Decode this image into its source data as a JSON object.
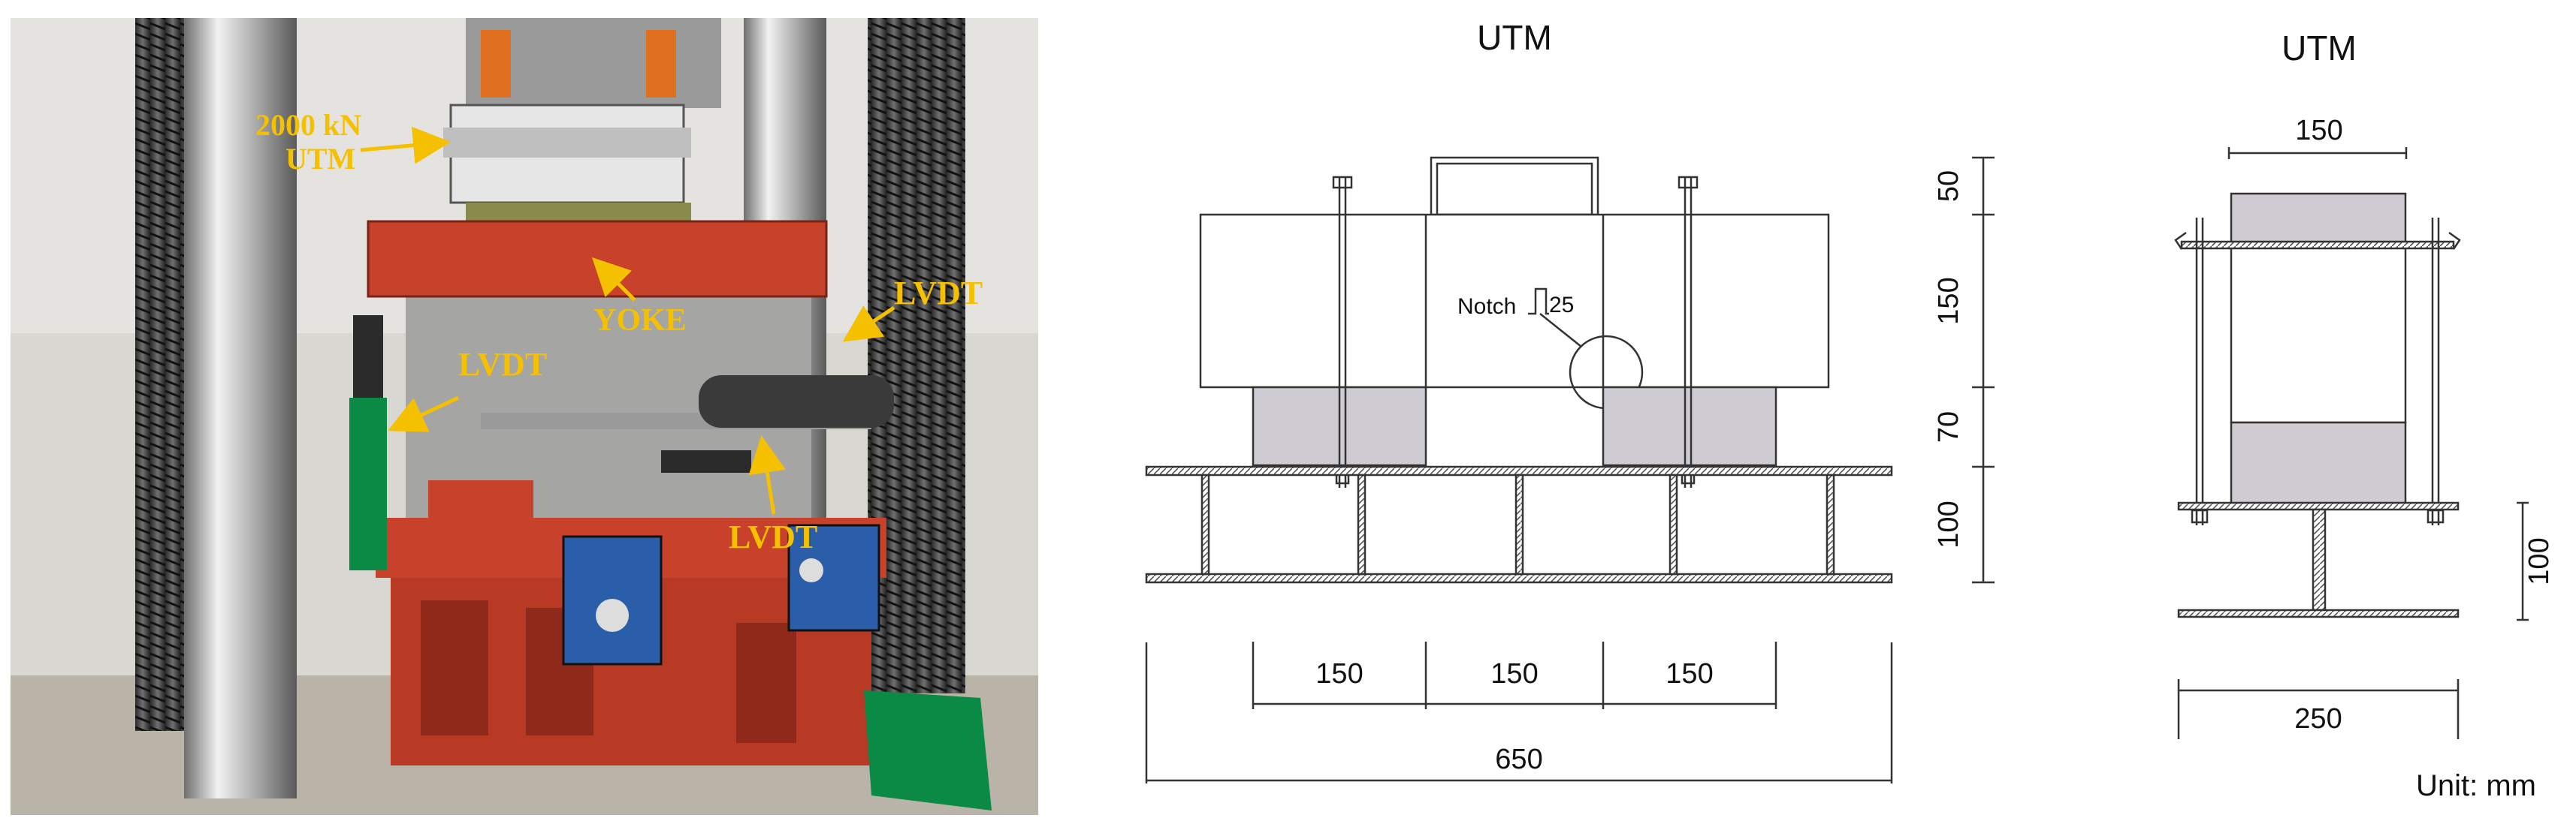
{
  "photo": {
    "labels": {
      "utm_line1": "2000 kN",
      "utm_line2": "UTM",
      "yoke": "YOKE",
      "lvdt_left": "LVDT",
      "lvdt_right": "LVDT",
      "lvdt_bottom": "LVDT"
    },
    "colors": {
      "annotation": "#f5c000",
      "frame": "#c8412a",
      "magnet_base": "#2a5ea8",
      "tag": "#0a8a45"
    }
  },
  "front_view": {
    "title": "UTM",
    "notch_label": "Notch",
    "notch_value": "25",
    "vertical_dims": [
      "50",
      "150",
      "70",
      "100"
    ],
    "horizontal_dims": [
      "150",
      "150",
      "150"
    ],
    "total_length": "650"
  },
  "side_view": {
    "title": "UTM",
    "top_width": "150",
    "height_dim": "100",
    "base_width": "250"
  },
  "unit_label": "Unit: mm",
  "colors": {
    "support_fill": "#cfcbd3",
    "line": "#333333"
  }
}
